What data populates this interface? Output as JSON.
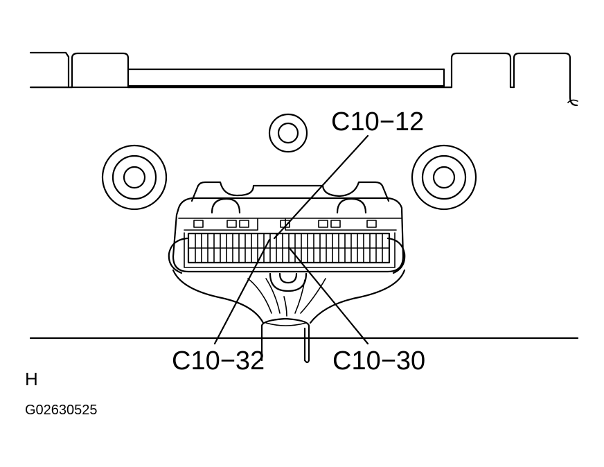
{
  "callouts": {
    "top": "C10−12",
    "bottom_left": "C10−32",
    "bottom_right": "C10−30"
  },
  "view_letter": "H",
  "figure_id": "G02630525"
}
